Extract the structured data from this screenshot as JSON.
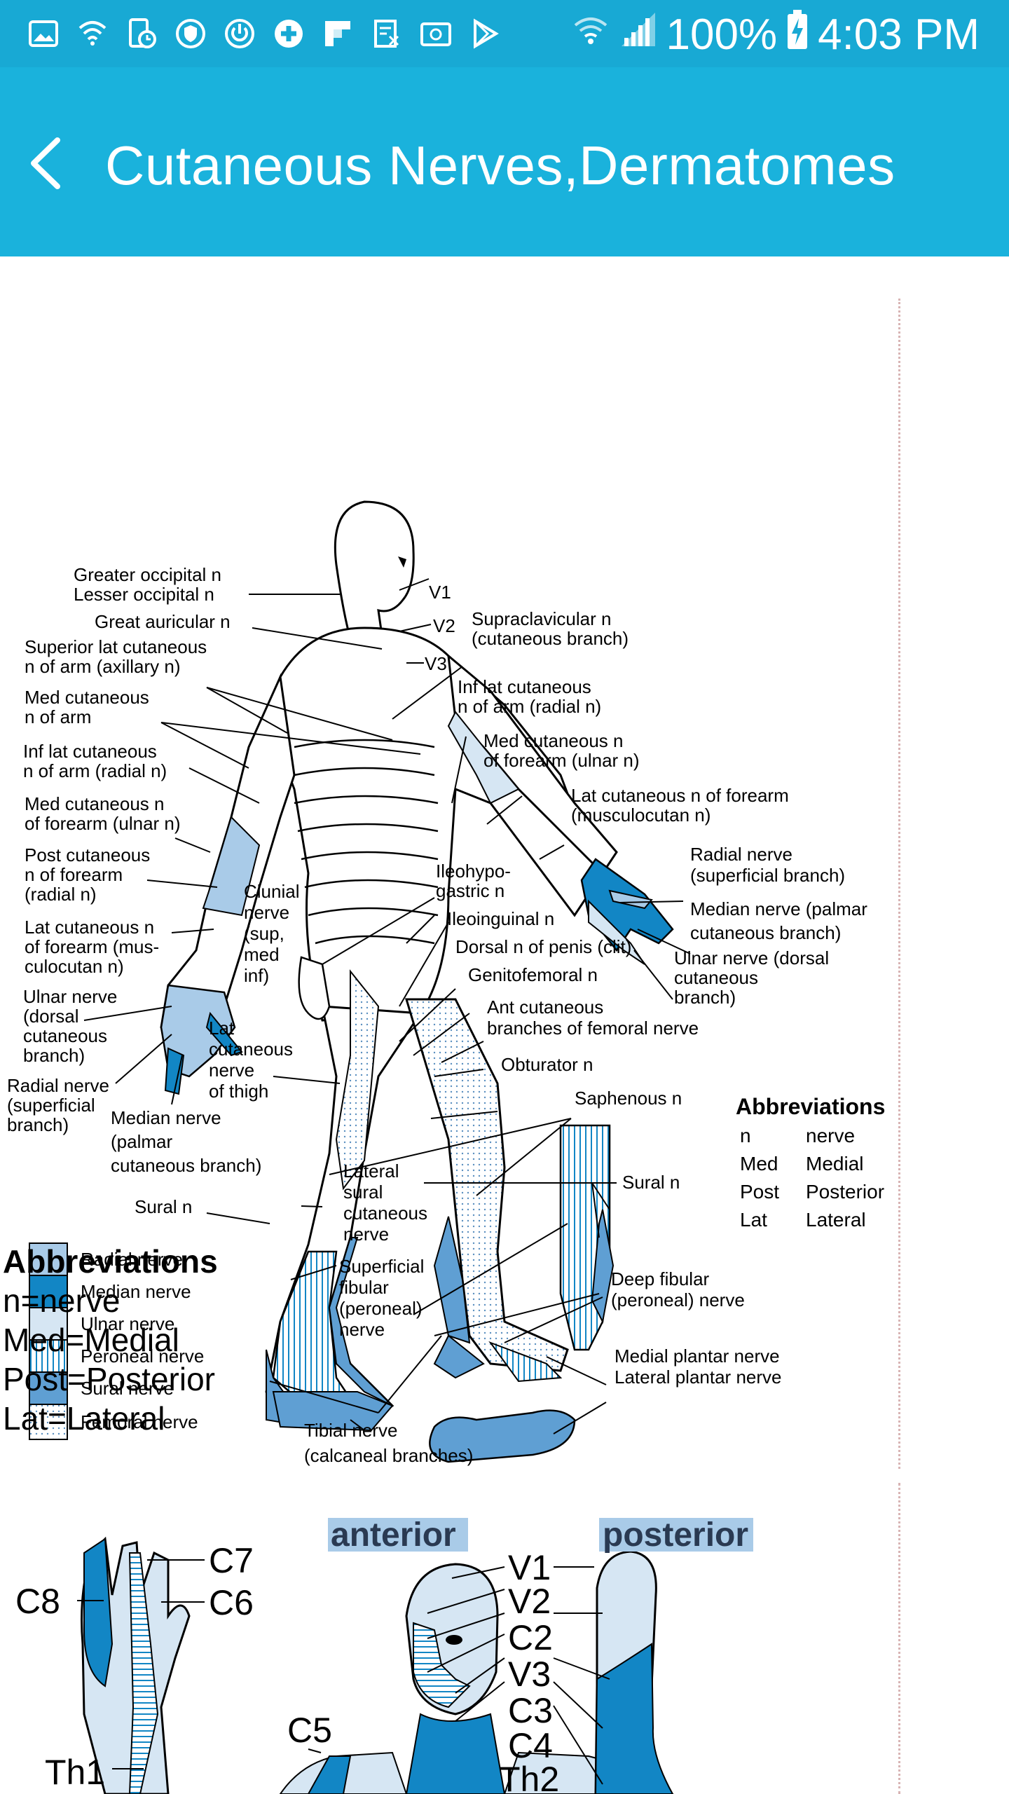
{
  "status_bar": {
    "battery": "100%",
    "time": "4:03 PM",
    "icons": [
      "image-icon",
      "wifi-icon",
      "phone-clock-icon",
      "shield-icon",
      "power-icon",
      "plus-icon",
      "flipboard-icon",
      "receipt-icon",
      "mail-icon",
      "play-store-icon",
      "wifi-signal-icon",
      "cell-signal-icon",
      "battery-charging-icon"
    ]
  },
  "app_bar": {
    "title": "Cutaneous Nerves,Dermatomes",
    "back_icon": "back-arrow-icon"
  },
  "colors": {
    "status_bar": "#18a9d4",
    "app_bar": "#1ab2dc",
    "radial": "#a9cbe8",
    "median": "#1286c5",
    "ulnar": "#d6e6f3",
    "sural": "#5f9fd3"
  },
  "figure1": {
    "labels": {
      "greater_occipital": "Greater occipital n",
      "lesser_occipital": "Lesser occipital n",
      "great_auricular": "Great auricular n",
      "superior_lat_1": "Superior lat cutaneous",
      "superior_lat_2": "n of arm (axillary n)",
      "med_cut_arm_1": "Med cutaneous",
      "med_cut_arm_2": "n of arm",
      "inf_lat_1": "Inf lat cutaneous",
      "inf_lat_2": "n of arm (radial n)",
      "med_cut_forearm_1": "Med cutaneous n",
      "med_cut_forearm_2": "of forearm (ulnar n)",
      "post_cut_1": "Post cutaneous",
      "post_cut_2": "n of forearm",
      "post_cut_3": "(radial n)",
      "lat_cut_forearm_1": "Lat cutaneous n",
      "lat_cut_forearm_2": "of forearm (mus-",
      "lat_cut_forearm_3": "culocutan n)",
      "ulnar_dorsal_1": "Ulnar nerve",
      "ulnar_dorsal_2": "(dorsal",
      "ulnar_dorsal_3": "cutaneous",
      "ulnar_dorsal_4": "branch)",
      "radial_sup_1": "Radial nerve",
      "radial_sup_2": "(superficial",
      "radial_sup_3": "branch)",
      "median_palmar_1": "Median nerve",
      "median_palmar_2": "(palmar",
      "median_palmar_3": "cutaneous branch)",
      "sural_left": "Sural n",
      "clunial_1": "Clunial",
      "clunial_2": "nerve",
      "clunial_3": "(sup,",
      "clunial_4": "med",
      "clunial_5": "inf)",
      "lat_thigh_1": "Lat",
      "lat_thigh_2": "cutaneous",
      "lat_thigh_3": "nerve",
      "lat_thigh_4": "of thigh",
      "v1": "V1",
      "v2": "V2",
      "v3": "V3",
      "supraclav_1": "Supraclavicular n",
      "supraclav_2": "(cutaneous branch)",
      "inf_lat_r_1": "Inf lat cutaneous",
      "inf_lat_r_2": "n of arm (radial n)",
      "med_cut_r_1": "Med cutaneous n",
      "med_cut_r_2": "of forearm (ulnar n)",
      "lat_cut_r_1": "Lat cutaneous n of forearm",
      "lat_cut_r_2": "(musculocutan n)",
      "radial_r_1": "Radial nerve",
      "radial_r_2": "(superficial branch)",
      "median_r_1": "Median nerve (palmar",
      "median_r_2": "cutaneous branch)",
      "ulnar_r_1": "Ulnar nerve (dorsal",
      "ulnar_r_2": "cutaneous",
      "ulnar_r_3": "branch)",
      "ileohypo_1": "Ileohypo-",
      "ileohypo_2": "gastric n",
      "ileoinguinal": "Ileoinguinal n",
      "dorsal_penis": "Dorsal n of penis (clit)",
      "genitofemoral": "Genitofemoral n",
      "ant_cut_1": "Ant cutaneous",
      "ant_cut_2": "branches of femoral nerve",
      "obturator": "Obturator n",
      "saphenous": "Saphenous n",
      "lat_sural_1": "Lateral",
      "lat_sural_2": "sural",
      "lat_sural_3": "cutaneous",
      "lat_sural_4": "nerve",
      "sural_right": "Sural n",
      "sup_fibular_1": "Superficial",
      "sup_fibular_2": "fibular",
      "sup_fibular_3": "(peroneal)",
      "sup_fibular_4": "nerve",
      "deep_fibular_1": "Deep fibular",
      "deep_fibular_2": "(peroneal) nerve",
      "medial_plantar": "Medial plantar nerve",
      "lateral_plantar": "Lateral plantar nerve",
      "tibial_1": "Tibial nerve",
      "tibial_2": "(calcaneal branches)"
    },
    "legend": [
      "Radial nerve",
      "Median nerve",
      "Ulnar nerve",
      "Peroneal nerve",
      "Sural nerve",
      "Femoral nerve"
    ],
    "abbr_box": {
      "title": "Abbreviations",
      "rows": [
        {
          "short": "n",
          "long": "nerve"
        },
        {
          "short": "Med",
          "long": "Medial"
        },
        {
          "short": "Post",
          "long": "Posterior"
        },
        {
          "short": "Lat",
          "long": "Lateral"
        }
      ]
    }
  },
  "abbreviations": {
    "title": "Abbreviations",
    "lines": [
      "n=nerve",
      "Med=Medial",
      "Post=Posterior",
      "Lat=Lateral"
    ]
  },
  "figure2": {
    "anterior": "anterior",
    "posterior": "posterior",
    "labels": [
      "C7",
      "C8",
      "C6",
      "C5",
      "Th1",
      "V1",
      "V2",
      "C2",
      "V3",
      "C3",
      "C4",
      "Th2"
    ]
  }
}
